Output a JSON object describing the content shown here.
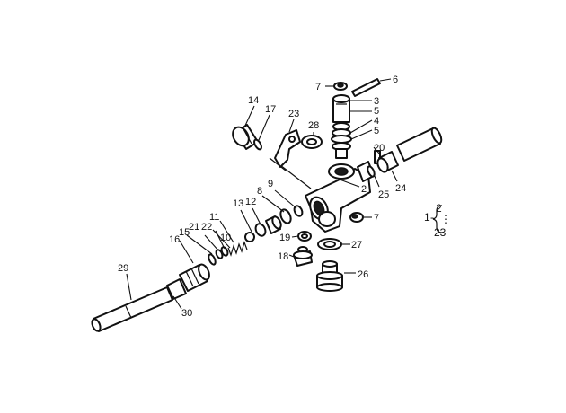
{
  "labels": [
    {
      "text": "7"
    },
    {
      "text": "6"
    },
    {
      "text": "3"
    },
    {
      "text": "5"
    },
    {
      "text": "4"
    },
    {
      "text": "5"
    },
    {
      "text": "14"
    },
    {
      "text": "17"
    },
    {
      "text": "23"
    },
    {
      "text": "28"
    },
    {
      "text": "20"
    },
    {
      "text": "25"
    },
    {
      "text": "24"
    },
    {
      "text": "2"
    },
    {
      "text": "7"
    },
    {
      "text": "9"
    },
    {
      "text": "8"
    },
    {
      "text": "13"
    },
    {
      "text": "12"
    },
    {
      "text": "11"
    },
    {
      "text": "10"
    },
    {
      "text": "21"
    },
    {
      "text": "22"
    },
    {
      "text": "15"
    },
    {
      "text": "16"
    },
    {
      "text": "19"
    },
    {
      "text": "27"
    },
    {
      "text": "18"
    },
    {
      "text": "26"
    },
    {
      "text": "29"
    },
    {
      "text": "30"
    }
  ],
  "legend": {
    "main": "1",
    "items": [
      "2",
      "23"
    ],
    "ellipsis": "⋮"
  }
}
